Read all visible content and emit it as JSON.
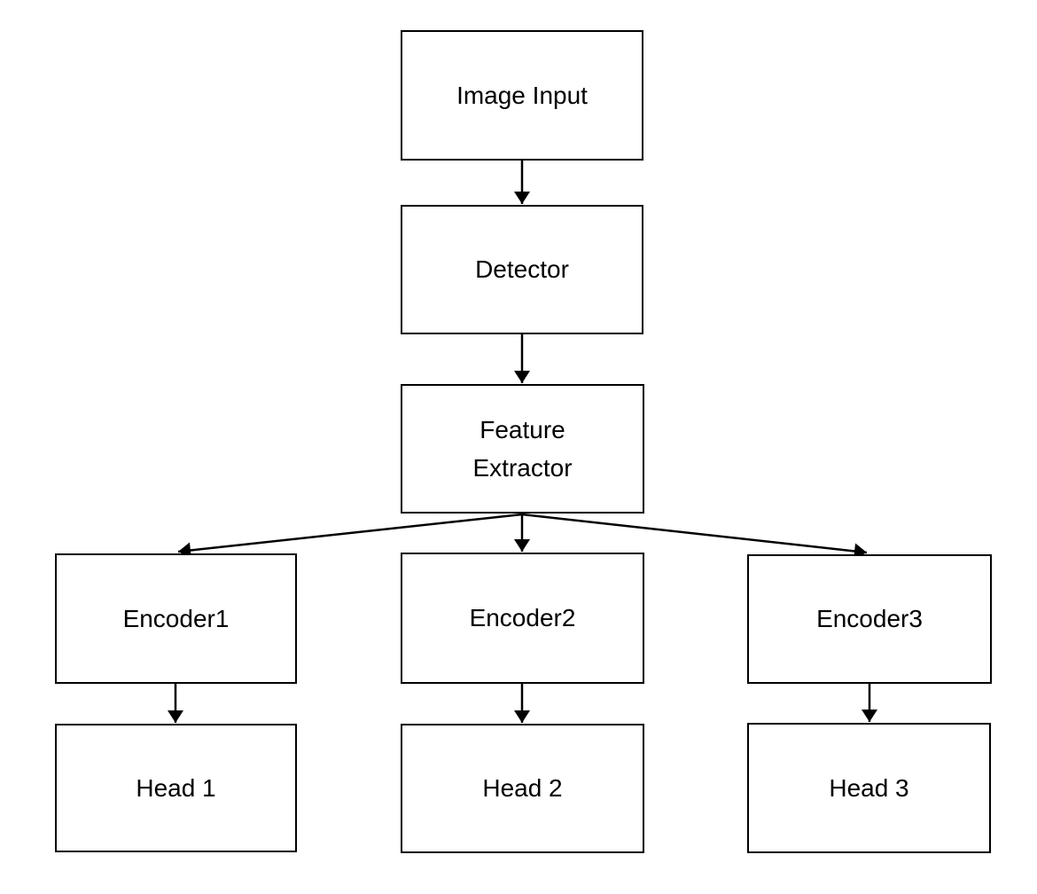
{
  "diagram": {
    "type": "flowchart",
    "background_color": "#ffffff",
    "box_fill_color": "#ffffff",
    "line_color": "#000000",
    "text_color": "#000000",
    "nodes": [
      {
        "id": "image-input",
        "label": "Image Input"
      },
      {
        "id": "detector",
        "label": "Detector"
      },
      {
        "id": "feature-extractor",
        "label": "Feature Extractor"
      },
      {
        "id": "encoder1",
        "label": "Encoder1"
      },
      {
        "id": "encoder2",
        "label": "Encoder2"
      },
      {
        "id": "encoder3",
        "label": "Encoder3"
      },
      {
        "id": "head1",
        "label": "Head 1"
      },
      {
        "id": "head2",
        "label": "Head 2"
      },
      {
        "id": "head3",
        "label": "Head 3"
      }
    ],
    "edges": [
      {
        "from": "image-input",
        "to": "detector"
      },
      {
        "from": "detector",
        "to": "feature-extractor"
      },
      {
        "from": "feature-extractor",
        "to": "encoder1"
      },
      {
        "from": "feature-extractor",
        "to": "encoder2"
      },
      {
        "from": "feature-extractor",
        "to": "encoder3"
      },
      {
        "from": "encoder1",
        "to": "head1"
      },
      {
        "from": "encoder2",
        "to": "head2"
      },
      {
        "from": "encoder3",
        "to": "head3"
      }
    ]
  }
}
